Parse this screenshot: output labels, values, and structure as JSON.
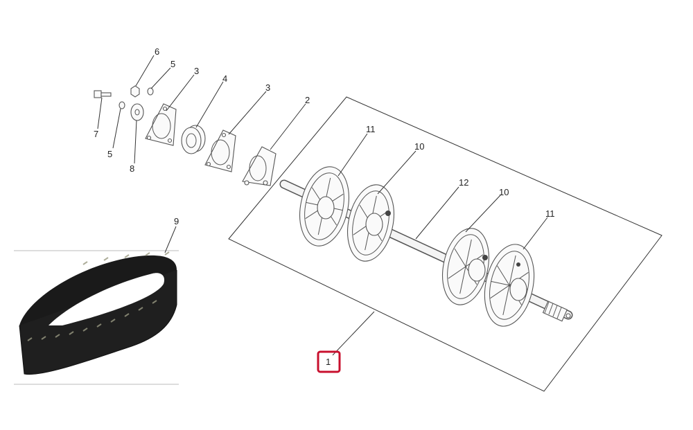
{
  "callouts": {
    "c1": "1",
    "c2": "2",
    "c3a": "3",
    "c3b": "3",
    "c4": "4",
    "c5a": "5",
    "c5b": "5",
    "c6": "6",
    "c7": "7",
    "c8": "8",
    "c9": "9",
    "c10a": "10",
    "c10b": "10",
    "c11a": "11",
    "c11b": "11",
    "c12": "12"
  },
  "colors": {
    "highlight": "#c8102e",
    "line": "#333333",
    "track": "#1a1a1a"
  }
}
